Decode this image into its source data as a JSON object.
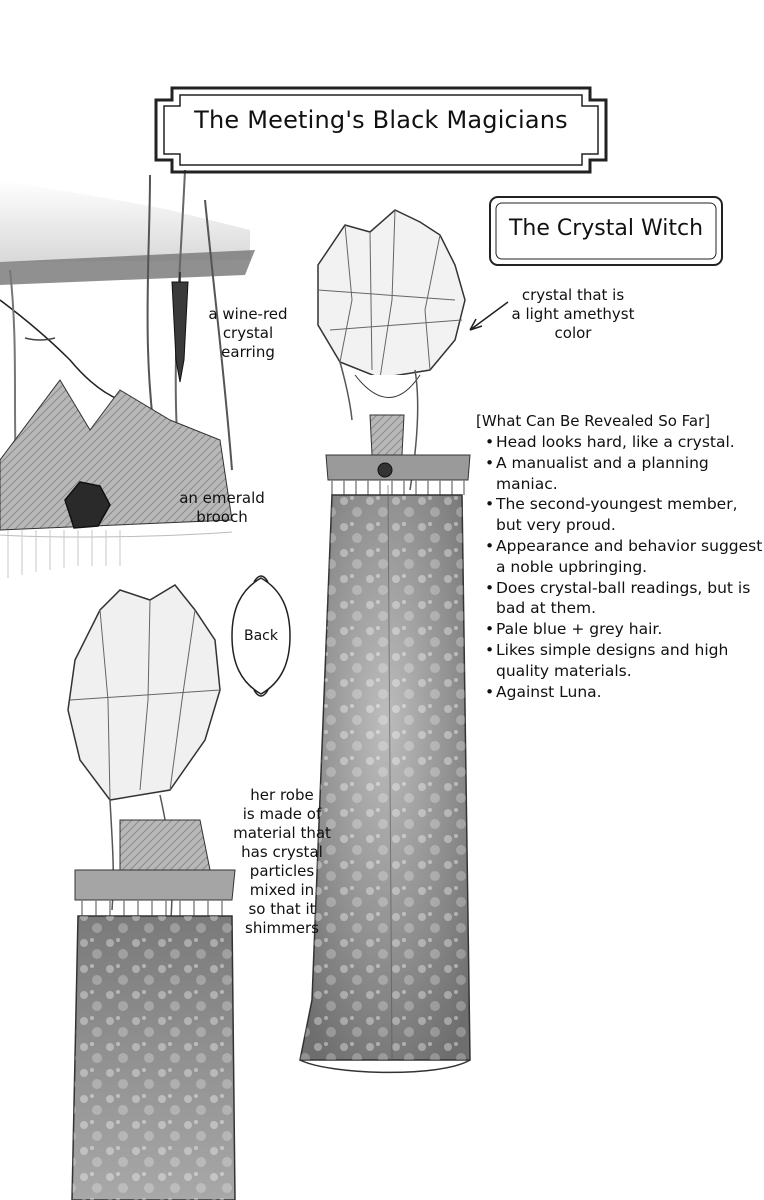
{
  "title": "The Meeting's Black Magicians",
  "subtitle": "The Crystal Witch",
  "notes": {
    "earring": [
      "a wine-red",
      "crystal",
      "earring"
    ],
    "brooch": [
      "an emerald",
      "brooch"
    ],
    "crystal_color": [
      "crystal that is",
      "a light amethyst",
      "color"
    ],
    "robe": [
      "her robe",
      "is made of",
      "material that",
      "has crystal",
      "particles",
      "mixed in",
      "so that it",
      "shimmers"
    ],
    "back": "Back"
  },
  "revealed": {
    "heading": "[What Can Be Revealed So Far]",
    "bullet": "•",
    "items": [
      "Head looks hard, like a crystal.",
      "A manualist and a planning maniac.",
      "The second-youngest member, but very proud.",
      "Appearance and behavior suggest a noble upbringing.",
      "Does crystal-ball readings, but is bad at them.",
      "Pale blue + grey hair.",
      "Likes simple designs and high quality materials.",
      "Against Luna."
    ]
  }
}
